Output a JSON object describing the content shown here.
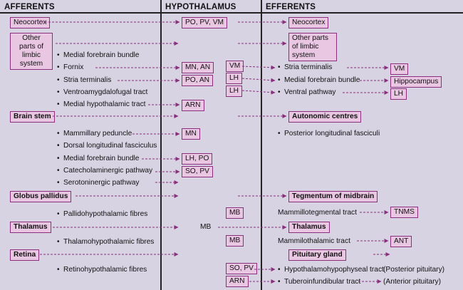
{
  "headers": {
    "afferents": "AFFERENTS",
    "hypothalamus": "HYPOTHALAMUS",
    "efferents": "EFFERENTS"
  },
  "aff": {
    "neocortex": "Neocortex",
    "limbic": "Other parts of limbic system",
    "mfb": "Medial forebrain bundle",
    "fornix": "Fornix",
    "stria": "Stria terminalis",
    "vaf": "Ventroamygdalofugal tract",
    "mht": "Medial hypothalamic tract",
    "brainstem": "Brain stem",
    "mamped": "Mammillary peduncle",
    "dlf": "Dorsal longitudinal fasciculus",
    "mfb2": "Medial forebrain bundle",
    "cat": "Catecholaminergic pathway",
    "ser": "Serotoninergic pathway",
    "globus": "Globus pallidus",
    "pallido": "Pallidohypothalamic fibres",
    "thalamus": "Thalamus",
    "thalamo": "Thalamohypothalamic fibres",
    "retina": "Retina",
    "retino": "Retinohypothalamic fibres"
  },
  "hyp": {
    "po_pv_vm": "PO, PV, VM",
    "mn_an": "MN, AN",
    "po_an": "PO, AN",
    "arn": "ARN",
    "mn": "MN",
    "lh_po": "LH, PO",
    "so_pv": "SO, PV",
    "vm": "VM",
    "lh1": "LH",
    "lh2": "LH",
    "mb1": "MB",
    "mb_text": "MB",
    "mb2": "MB",
    "so_pv2": "SO, PV",
    "arn2": "ARN"
  },
  "eff": {
    "neocortex": "Neocortex",
    "limbic": "Other parts of limbic system",
    "stria": "Stria terminalis",
    "mfb": "Medial forebrain bundle",
    "ventral": "Ventral pathway",
    "vm": "VM",
    "hippocampus": "Hippocampus",
    "lh": "LH",
    "autonomic": "Autonomic centres",
    "plf": "Posterior longitudinal fasciculi",
    "tegmentum": "Tegmentum of midbrain",
    "mamteg": "Mammillotegmental tract",
    "tnms": "TNMS",
    "thalamus": "Thalamus",
    "mamthal": "Mammilothalamic tract",
    "ant": "ANT",
    "pituitary": "Pituitary gland",
    "hht": "Hypothalamohypophyseal tract",
    "post_pit": "(Posterior pituitary)",
    "tit": "Tuberoinfundibular tract",
    "ant_pit": "(Anterior pituitary)"
  },
  "colors": {
    "background": "#d8d3e3",
    "box_fill": "#e9c7e2",
    "box_border": "#8a2f7e",
    "arrow": "#8a2f7e",
    "rule": "#222222"
  }
}
